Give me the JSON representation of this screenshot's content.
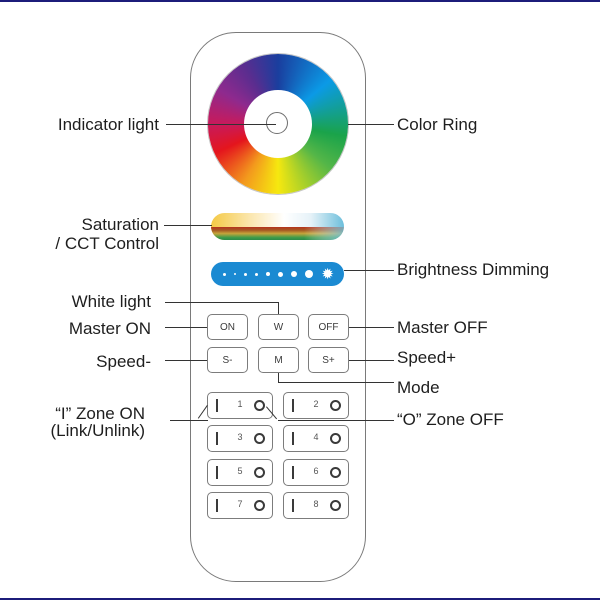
{
  "diagram": {
    "subject": "RGB+CCT LED remote control",
    "colors": {
      "frame_border": "#1c1c7a",
      "remote_outline": "#7a7a7a",
      "brightness_bar": "#1b8ad2",
      "leader_line": "#333333"
    }
  },
  "remote": {
    "color_ring": {
      "icon": "color-wheel"
    },
    "indicator": {
      "icon": "indicator-light-circle"
    },
    "saturation_bar": {
      "icon": "cct-gradient-slider"
    },
    "brightness_bar": {
      "icon": "brightness-dots-sun",
      "sun_glyph": "✹"
    },
    "buttons": {
      "on": "ON",
      "white": "W",
      "off": "OFF",
      "speed_minus": "S-",
      "mode": "M",
      "speed_plus": "S+"
    },
    "zones": [
      {
        "number": "1"
      },
      {
        "number": "2"
      },
      {
        "number": "3"
      },
      {
        "number": "4"
      },
      {
        "number": "5"
      },
      {
        "number": "6"
      },
      {
        "number": "7"
      },
      {
        "number": "8"
      }
    ]
  },
  "labels": {
    "left": {
      "indicator_light": "Indicator light",
      "saturation_line1": "Saturation",
      "saturation_line2": "/ CCT Control",
      "white_light": "White light",
      "master_on": "Master ON",
      "speed_minus": "Speed-",
      "zone_on_line1": "“I” Zone ON",
      "zone_on_line2": "(Link/Unlink)"
    },
    "right": {
      "color_ring": "Color Ring",
      "brightness_dimming": "Brightness Dimming",
      "master_off": "Master OFF",
      "speed_plus": "Speed+",
      "mode": "Mode",
      "zone_off": "“O” Zone OFF"
    }
  }
}
